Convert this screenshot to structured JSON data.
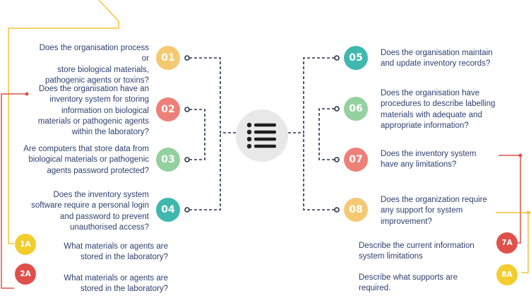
{
  "colors": {
    "yellow": "#f5c972",
    "red": "#ee8079",
    "green": "#94d1a0",
    "teal": "#3fb8ae",
    "dark_red": "#e0504a",
    "gold": "#f3cd2e",
    "orange_line": "#f6c23a",
    "connector": "#26324d",
    "hub_bg": "#e8e8e8"
  },
  "hub": {
    "icon": "list-icon"
  },
  "questions": [
    {
      "num": "01",
      "color": "#f5c972",
      "lines": [
        "Does the organisation process or",
        "store biological materials,",
        "pathogenic agents or toxins?"
      ]
    },
    {
      "num": "02",
      "color": "#ee8079",
      "lines": [
        "Does the organisation have an",
        "inventory system for storing",
        "information on biological",
        "materials or pathogenic agents",
        "within the laboratory?"
      ]
    },
    {
      "num": "03",
      "color": "#94d1a0",
      "lines": [
        "Are computers that store data from",
        "biological materials or pathogenic",
        "agents password protected?"
      ]
    },
    {
      "num": "04",
      "color": "#3fb8ae",
      "lines": [
        "Does the inventory system",
        "software require a personal login",
        "and password to prevent",
        "unauthorised access?"
      ]
    },
    {
      "num": "05",
      "color": "#3fb8ae",
      "lines": [
        "Does the organisation maintain",
        "and update inventory records?"
      ]
    },
    {
      "num": "06",
      "color": "#94d1a0",
      "lines": [
        "Does the organisation have",
        "procedures to describe labelling",
        "materials with adequate and",
        "appropriate information?"
      ]
    },
    {
      "num": "07",
      "color": "#ee8079",
      "lines": [
        "Does the inventory system",
        "have any limitations?"
      ]
    },
    {
      "num": "08",
      "color": "#f5c972",
      "lines": [
        "Does the organization require",
        "any support for system",
        "improvement?"
      ]
    }
  ],
  "followups": [
    {
      "num": "1A",
      "color": "#f3cd2e",
      "lines": [
        "What materials or agents are",
        "stored in the laboratory?"
      ]
    },
    {
      "num": "2A",
      "color": "#e0504a",
      "lines": [
        "What materials or agents are",
        "stored in the laboratory?"
      ]
    },
    {
      "num": "7A",
      "color": "#e0504a",
      "lines": [
        "Describe the current information",
        "system limitations"
      ]
    },
    {
      "num": "8A",
      "color": "#f3cd2e",
      "lines": [
        "Describe what supports are",
        "required."
      ]
    }
  ]
}
